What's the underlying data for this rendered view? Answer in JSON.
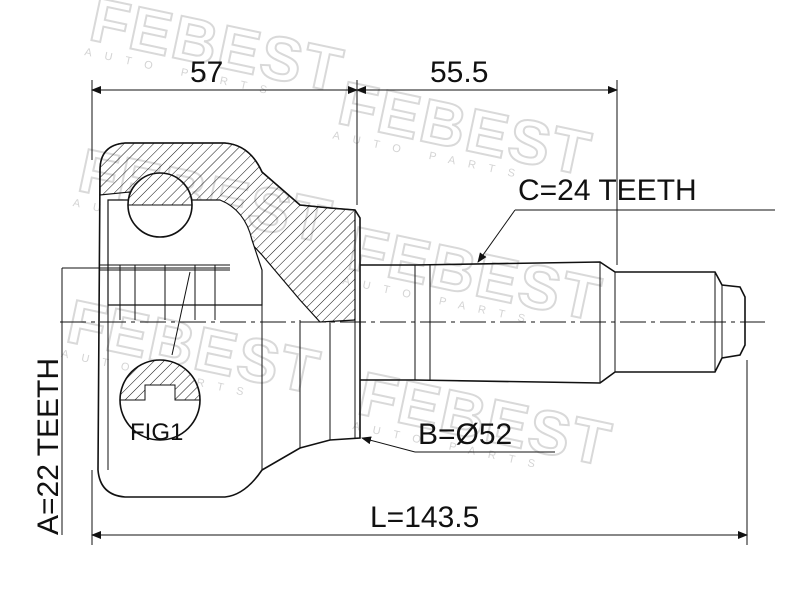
{
  "watermark": {
    "brand": "FEBEST",
    "tagline": "AUTO PARTS"
  },
  "dimensions": {
    "dim_57": "57",
    "dim_55_5": "55.5",
    "teeth_c": "C=24 TEETH",
    "diameter_b": "B=Ø52",
    "length_l": "L=143.5",
    "teeth_a": "A=22 TEETH",
    "fig": "FIG1"
  }
}
